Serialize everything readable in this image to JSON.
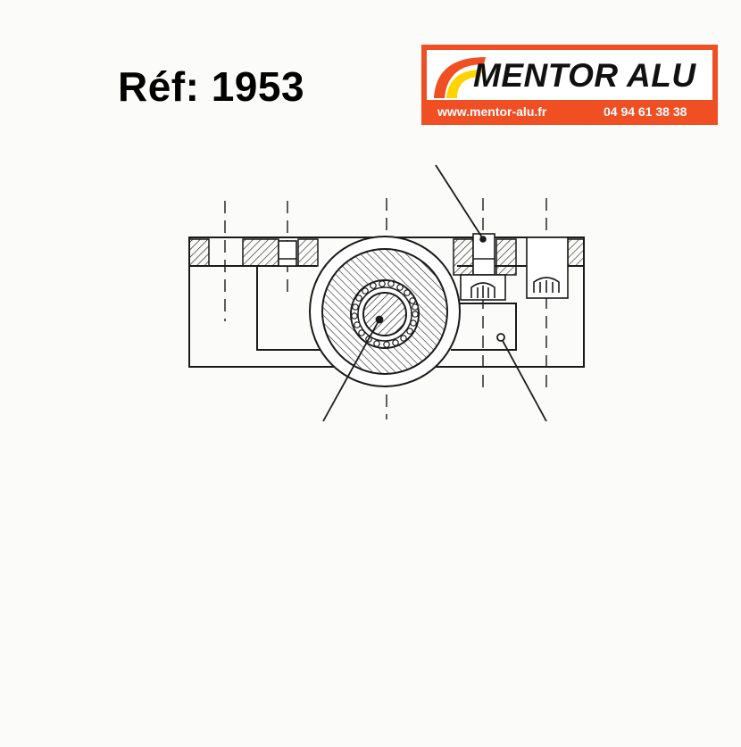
{
  "header": {
    "reference": "Réf: 1953"
  },
  "logo": {
    "name": "MENTOR ALU",
    "website": "www.mentor-alu.fr",
    "phone": "04 94 61 38 38",
    "brand_color": "#f04e23",
    "swoosh_colors": [
      "#f04e23",
      "#ffd400"
    ]
  },
  "drawing": {
    "type": "technical-cross-section",
    "line_color": "#1a1a1a",
    "hatch": true
  }
}
